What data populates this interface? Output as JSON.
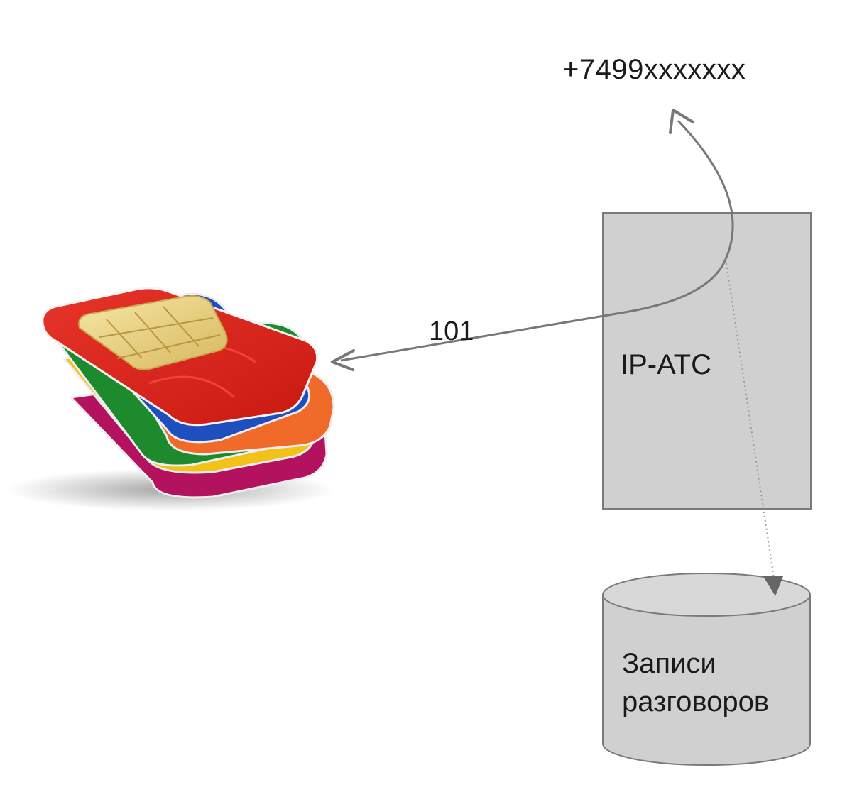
{
  "nodes": {
    "phone_number": "+7499xxxxxxx",
    "extension": "101",
    "pbx": "IP-АТС",
    "recordings_line1": "Записи",
    "recordings_line2": "разговоров"
  },
  "icons": {
    "sim_cards": "sim-card-stack-icon"
  },
  "colors": {
    "box_fill": "#d0d0d0",
    "box_stroke": "#7a7a7a",
    "arrow": "#777777",
    "sim_red": "#d8231b",
    "sim_blue": "#1f4fbf",
    "sim_orange": "#f06a2a",
    "sim_green": "#1e8a2e",
    "sim_yellow": "#f2c21b",
    "sim_magenta": "#b3125e",
    "chip_gold": "#e9d28a"
  }
}
